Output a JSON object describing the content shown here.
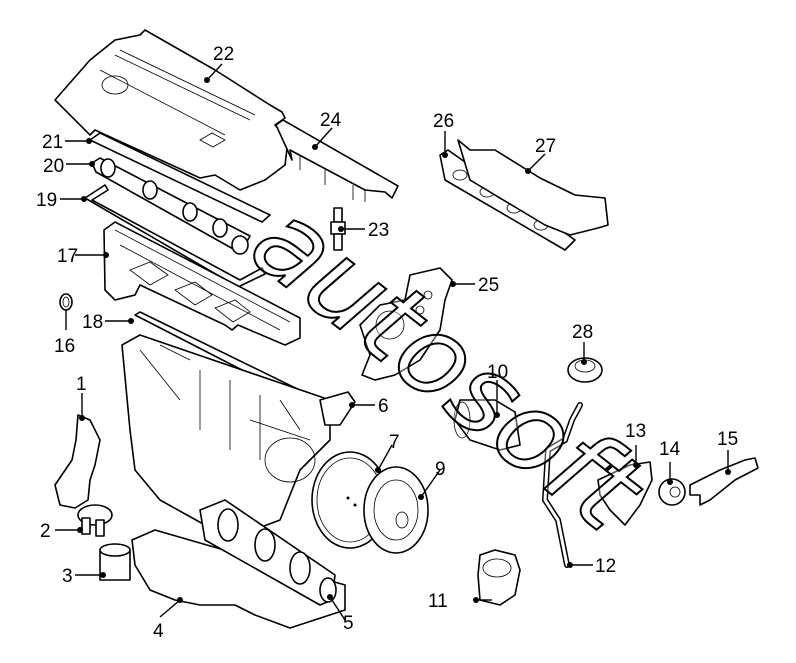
{
  "diagram": {
    "title": "Engine exploded parts diagram",
    "watermark": "autosoft",
    "callouts": [
      {
        "id": "1",
        "label": "1",
        "part": "engine mount bracket"
      },
      {
        "id": "2",
        "label": "2",
        "part": "oil filter housing"
      },
      {
        "id": "3",
        "label": "3",
        "part": "oil filter"
      },
      {
        "id": "4",
        "label": "4",
        "part": "oil pan"
      },
      {
        "id": "5",
        "label": "5",
        "part": "crankshaft"
      },
      {
        "id": "6",
        "label": "6",
        "part": "sensor"
      },
      {
        "id": "7",
        "label": "7",
        "part": "flywheel"
      },
      {
        "id": "9",
        "label": "9",
        "part": "clutch disc"
      },
      {
        "id": "10",
        "label": "10",
        "part": "starter motor"
      },
      {
        "id": "11",
        "label": "11",
        "part": "thermostat housing"
      },
      {
        "id": "12",
        "label": "12",
        "part": "dipstick tube"
      },
      {
        "id": "13",
        "label": "13",
        "part": "engine mount"
      },
      {
        "id": "14",
        "label": "14",
        "part": "bushing"
      },
      {
        "id": "15",
        "label": "15",
        "part": "release fork"
      },
      {
        "id": "16",
        "label": "16",
        "part": "seal ring"
      },
      {
        "id": "17",
        "label": "17",
        "part": "cylinder head"
      },
      {
        "id": "18",
        "label": "18",
        "part": "head gasket"
      },
      {
        "id": "19",
        "label": "19",
        "part": "valve cover gasket"
      },
      {
        "id": "20",
        "label": "20",
        "part": "camshaft"
      },
      {
        "id": "21",
        "label": "21",
        "part": "cover gasket"
      },
      {
        "id": "22",
        "label": "22",
        "part": "valve cover"
      },
      {
        "id": "23",
        "label": "23",
        "part": "spark plug"
      },
      {
        "id": "24",
        "label": "24",
        "part": "ignition rail"
      },
      {
        "id": "25",
        "label": "25",
        "part": "water pump"
      },
      {
        "id": "26",
        "label": "26",
        "part": "exhaust manifold gasket"
      },
      {
        "id": "27",
        "label": "27",
        "part": "exhaust manifold"
      },
      {
        "id": "28",
        "label": "28",
        "part": "valve"
      }
    ]
  }
}
